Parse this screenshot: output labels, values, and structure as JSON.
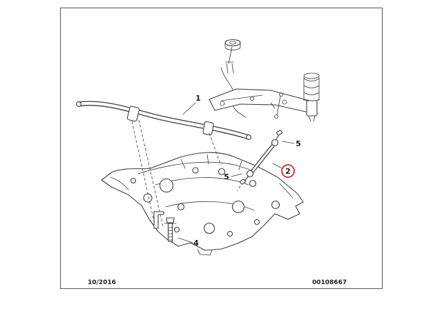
{
  "diagram": {
    "kind": "vehicle-parts-exploded-diagram",
    "subject": "front subframe with stabilizer bar and link",
    "footer": {
      "date_code": "10/2016",
      "document_number": "00108667"
    },
    "callouts": [
      {
        "label": "1",
        "part": "stabilizer-bar",
        "highlighted": false
      },
      {
        "label": "2",
        "part": "stabilizer-link",
        "highlighted": true
      },
      {
        "label": "4",
        "part": "mounting-bolt",
        "highlighted": false
      },
      {
        "label": "5",
        "part": "upper-link-nut",
        "highlighted": false
      },
      {
        "label": "5",
        "part": "lower-link-nut",
        "highlighted": false
      }
    ],
    "colors": {
      "background": "#ffffff",
      "line": "#3c3c3c",
      "frame": "#555555",
      "highlight": "#c9302c"
    }
  }
}
